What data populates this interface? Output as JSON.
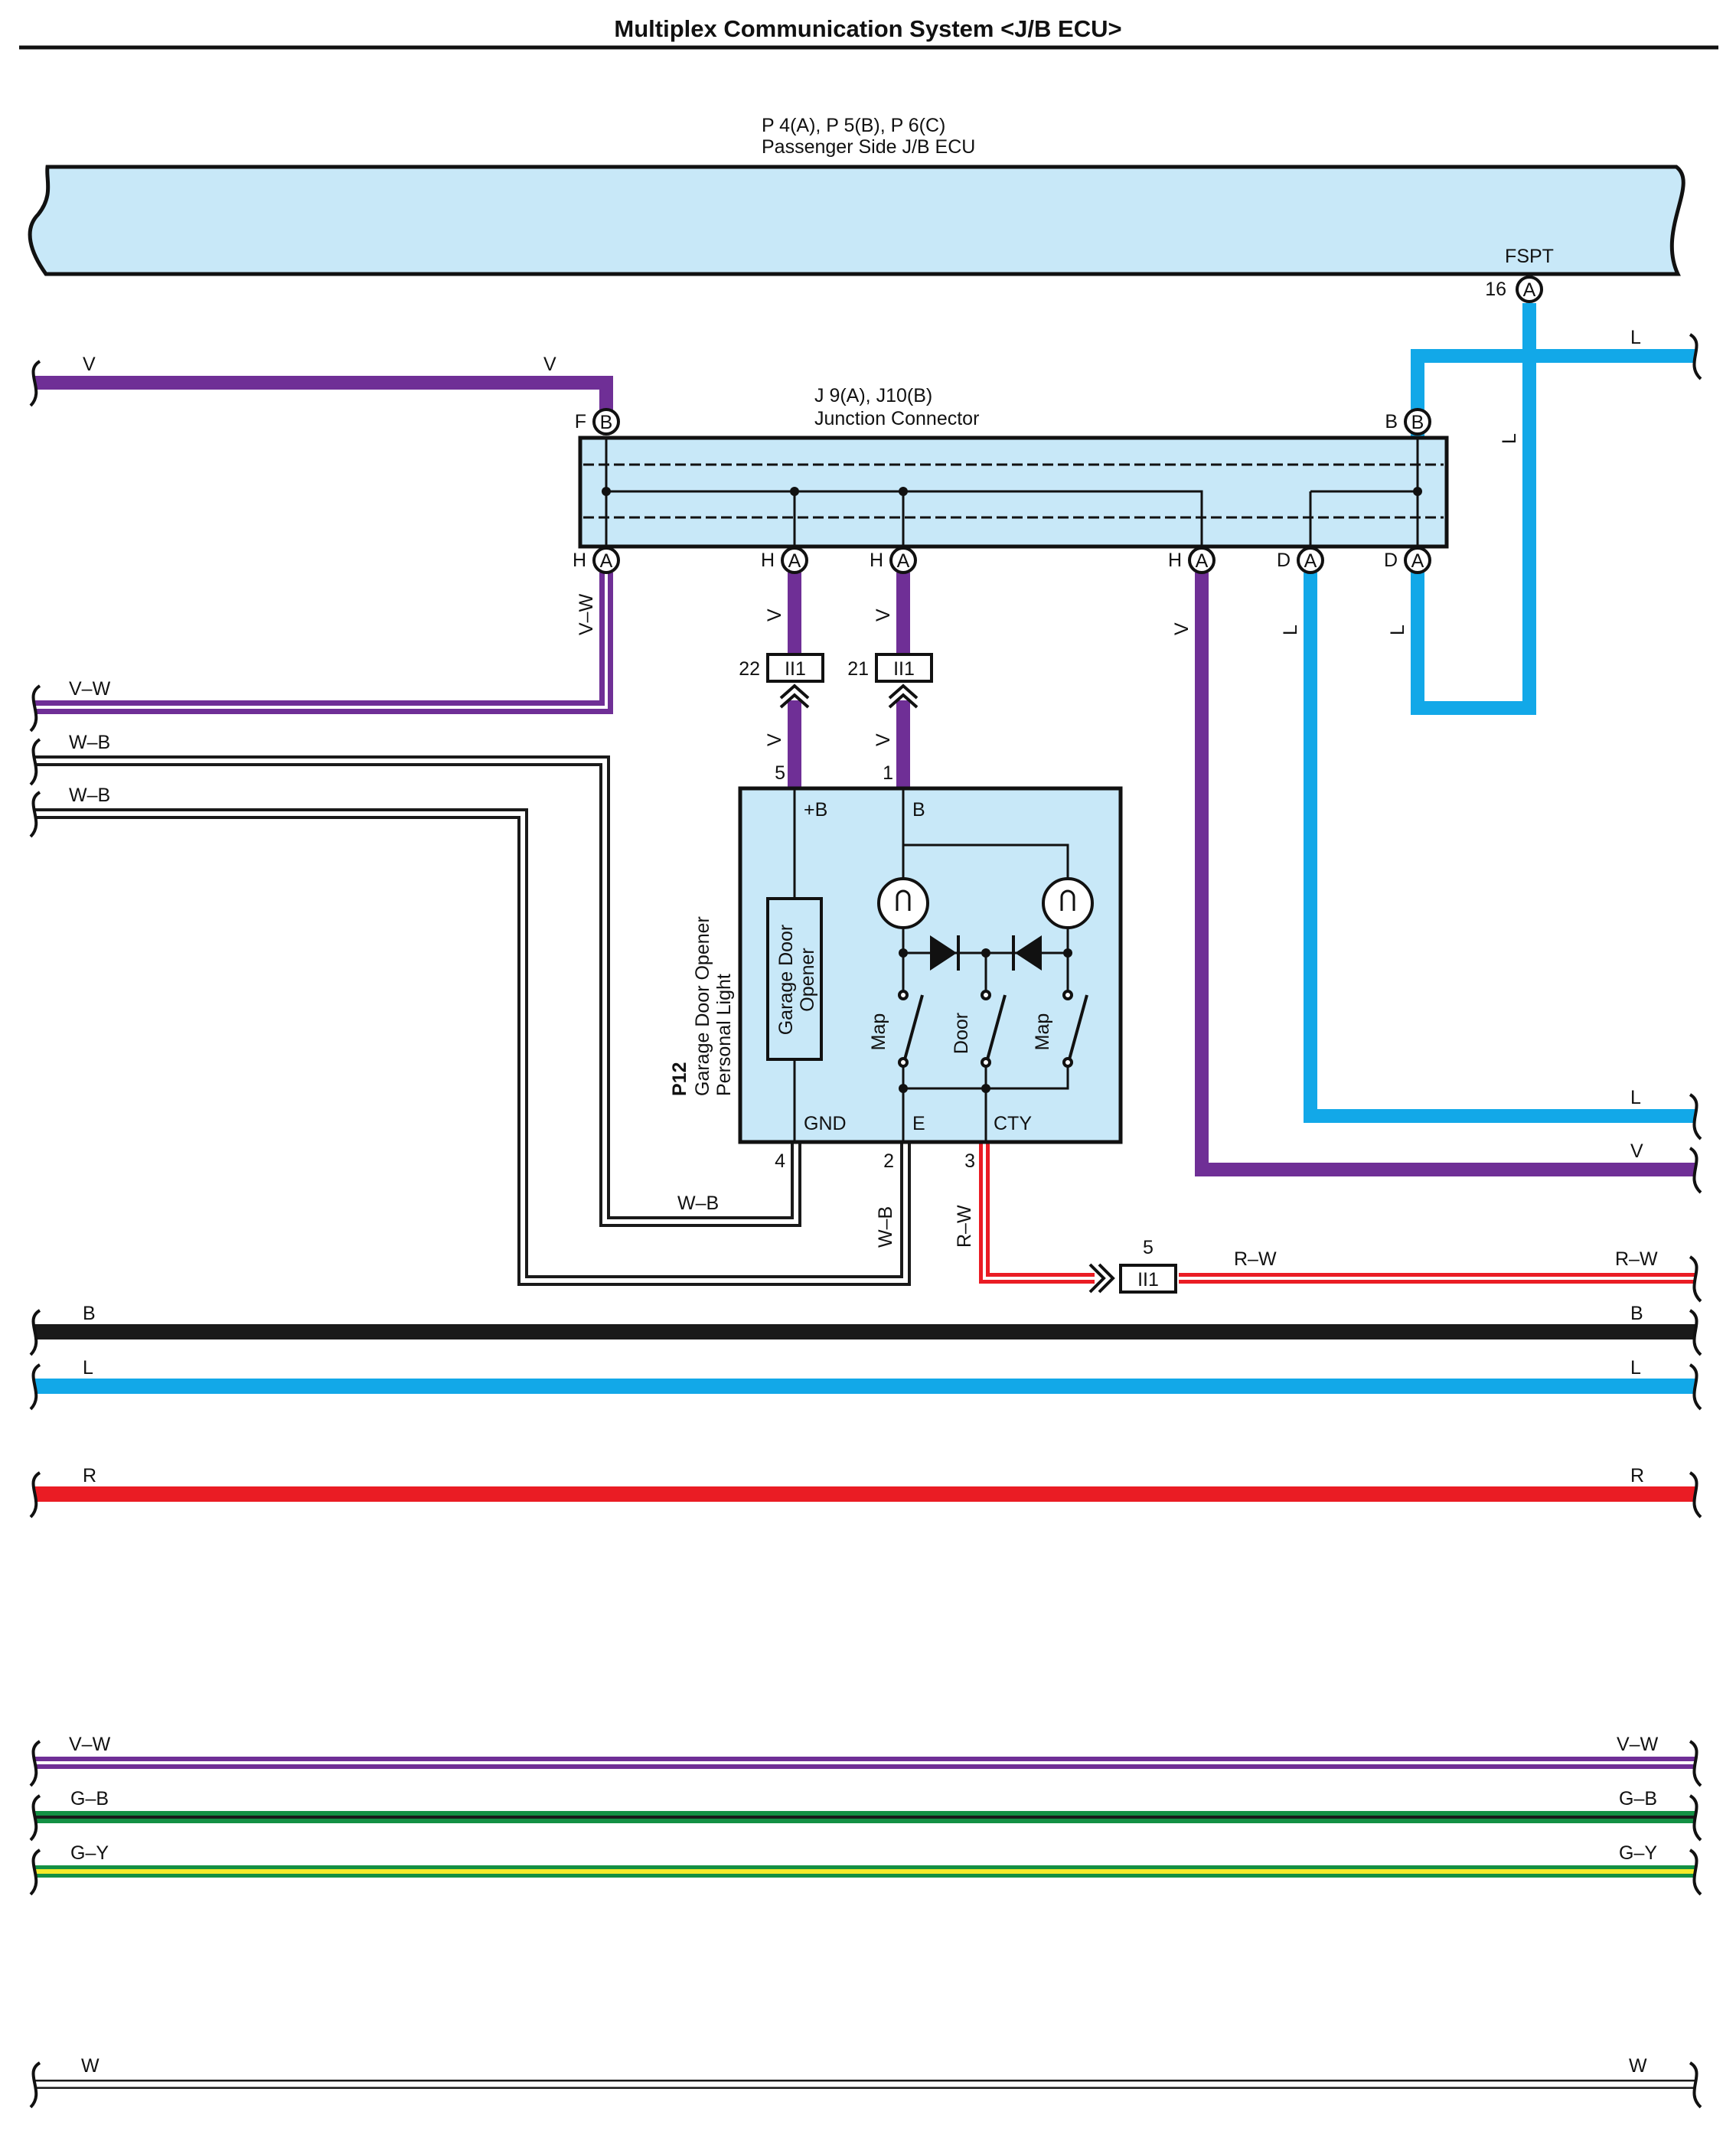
{
  "title": "Multiplex Communication System <J/B ECU>",
  "colors": {
    "V": "#6f2f96",
    "L": "#12a8e8",
    "B": "#1a1a1a",
    "R": "#ea1c24",
    "W": "#ffffff",
    "G": "#139044",
    "Y": "#f4ea2a",
    "component_fill": "#c8e8f8"
  },
  "ecu": {
    "connectors": "P 4(A), P 5(B), P 6(C)",
    "name": "Passenger Side J/B ECU",
    "pin_name": "FSPT",
    "pin_number": "16",
    "pin_connector": "A"
  },
  "junction": {
    "connectors": "J 9(A), J10(B)",
    "name": "Junction Connector",
    "top_pins": [
      {
        "side": "F",
        "connector": "B"
      },
      {
        "side": "B",
        "connector": "B"
      }
    ],
    "bottom_pins": [
      {
        "side": "H",
        "connector": "A"
      },
      {
        "side": "H",
        "connector": "A"
      },
      {
        "side": "H",
        "connector": "A"
      },
      {
        "side": "H",
        "connector": "A"
      },
      {
        "side": "D",
        "connector": "A"
      },
      {
        "side": "D",
        "connector": "A"
      }
    ]
  },
  "inline": [
    {
      "pin": "22",
      "name": "II1"
    },
    {
      "pin": "21",
      "name": "II1"
    },
    {
      "pin": "5",
      "name": "II1"
    }
  ],
  "device": {
    "code": "P12",
    "name_line1": "Garage Door Opener",
    "name_line2": "Personal Light",
    "module_line1": "Garage Door",
    "module_line2": "Opener",
    "terminals": [
      {
        "label": "+B",
        "pin": "5"
      },
      {
        "label": "B",
        "pin": "1"
      },
      {
        "label": "GND",
        "pin": "4"
      },
      {
        "label": "E",
        "pin": "2"
      },
      {
        "label": "CTY",
        "pin": "3"
      }
    ],
    "switches": [
      "Map",
      "Door",
      "Map"
    ]
  },
  "wire_labels": {
    "v": "V",
    "vw": "V–W",
    "wb": "W–B",
    "l": "L",
    "rw": "R–W",
    "b": "B",
    "r": "R",
    "gb": "G–B",
    "gy": "G–Y",
    "w": "W"
  }
}
